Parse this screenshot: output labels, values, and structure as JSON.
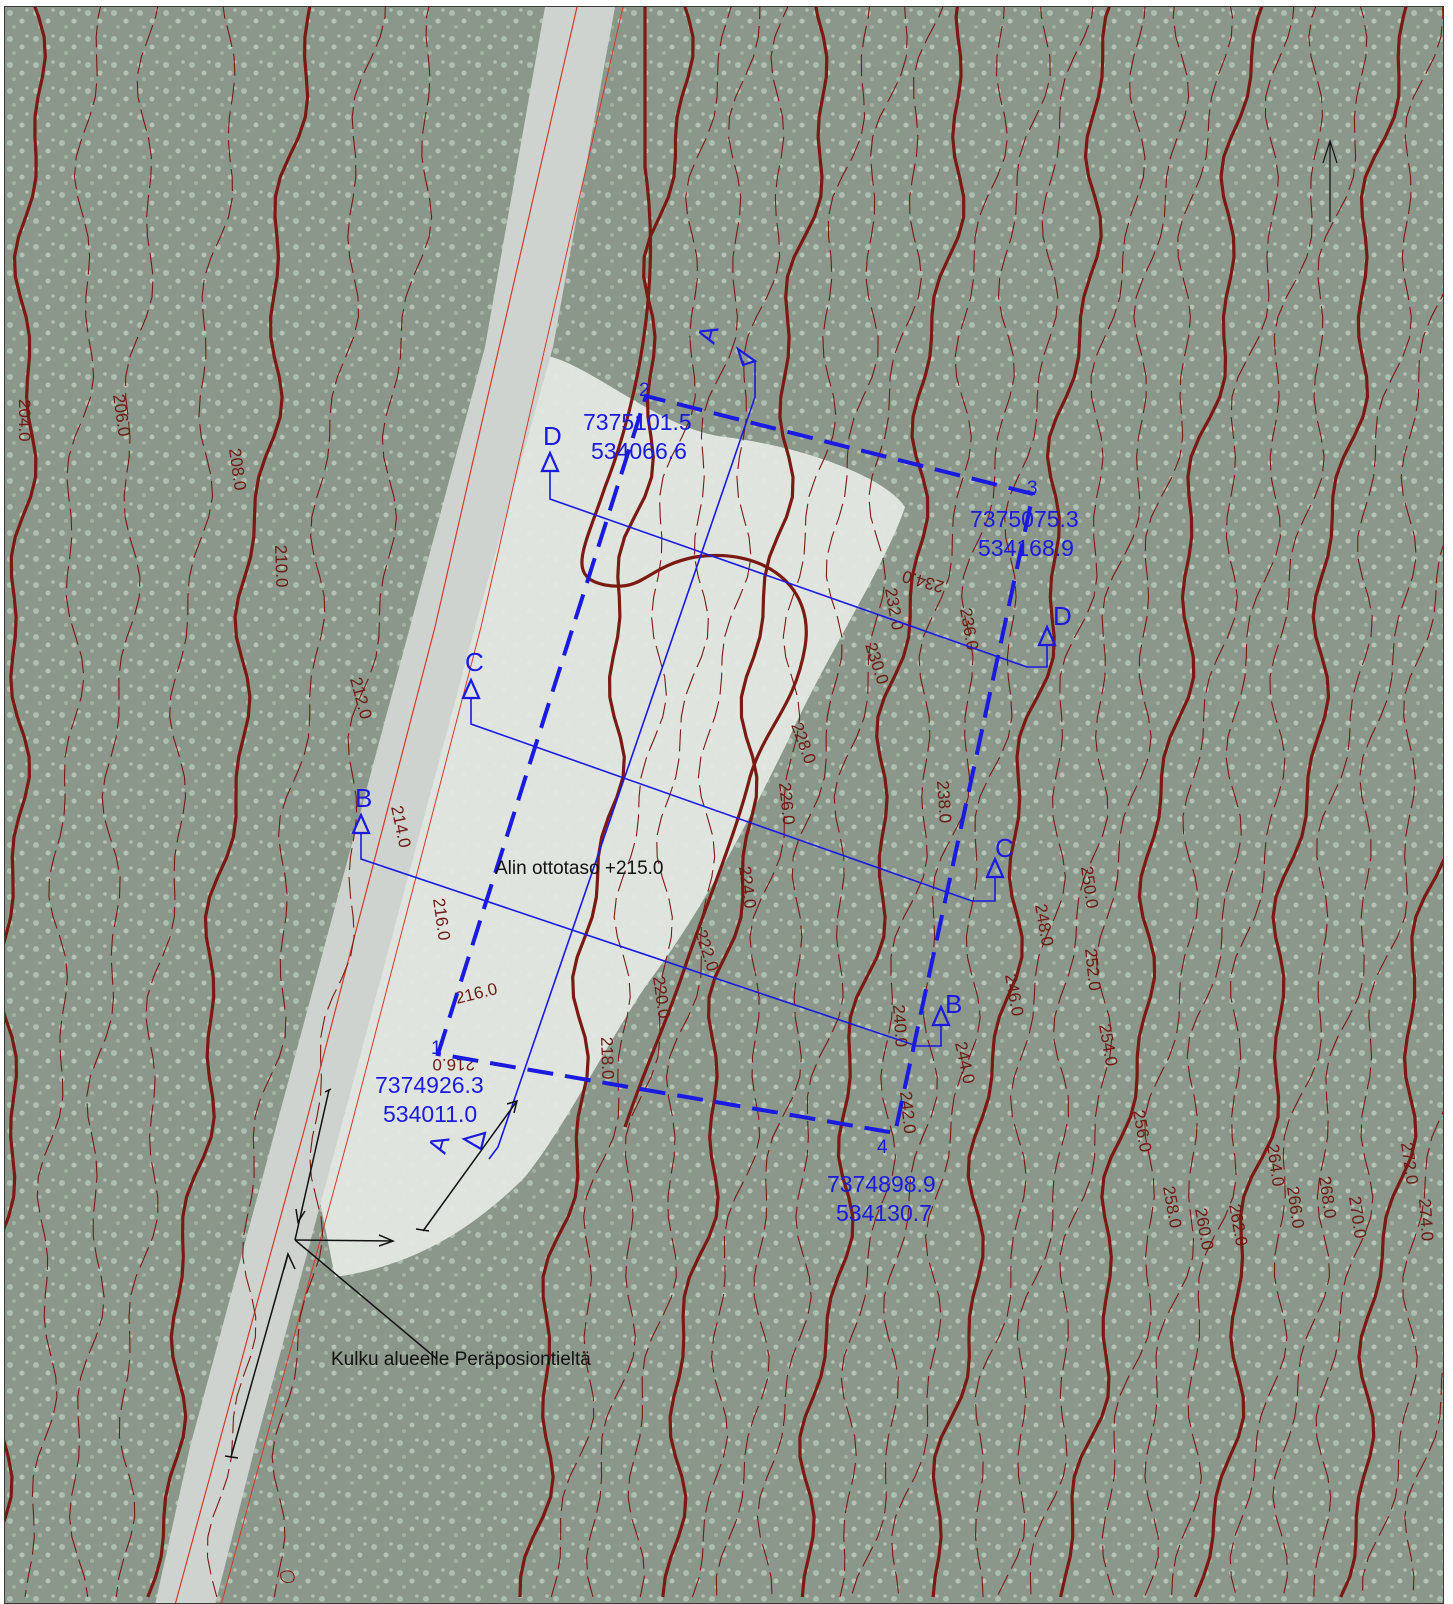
{
  "colors": {
    "forest": "#8c978c",
    "clearing": "#e4e8e4",
    "road": "#cfd3cf",
    "index_contour": "#7a1a12",
    "minor_contour": "#7a1a12",
    "section_blue": "#1a1ae0",
    "annotation_black": "#111111"
  },
  "contour_labels": [
    "204.0",
    "206.0",
    "208.0",
    "210.0",
    "212.0",
    "214.0",
    "216.0",
    "216.0",
    "216.0",
    "218.0",
    "220.0",
    "222.0",
    "224.0",
    "226.0",
    "228.0",
    "230.0",
    "232.0",
    "234.0",
    "236.0",
    "238.0",
    "240.0",
    "242.0",
    "244.0",
    "246.0",
    "248.0",
    "250.0",
    "252.0",
    "254.0",
    "256.0",
    "258.0",
    "260.0",
    "262.0",
    "264.0",
    "266.0",
    "268.0",
    "270.0",
    "272.0",
    "274.0"
  ],
  "section_letters": [
    "A",
    "A",
    "B",
    "B",
    "C",
    "C",
    "D",
    "D"
  ],
  "corners": [
    {
      "number": "1",
      "northing": "7374926.3",
      "easting": "534011.0"
    },
    {
      "number": "2",
      "northing": "7375101.5",
      "easting": "534066.6"
    },
    {
      "number": "3",
      "northing": "7375075.3",
      "easting": "534168.9"
    },
    {
      "number": "4",
      "northing": "7374898.9",
      "easting": "534130.7"
    }
  ],
  "notes": {
    "lowest_level": "Alin ottotaso +215.0",
    "access": "Kulku alueelle Peräposiontieltä"
  },
  "north_arrow_icon": "north-arrow-icon"
}
